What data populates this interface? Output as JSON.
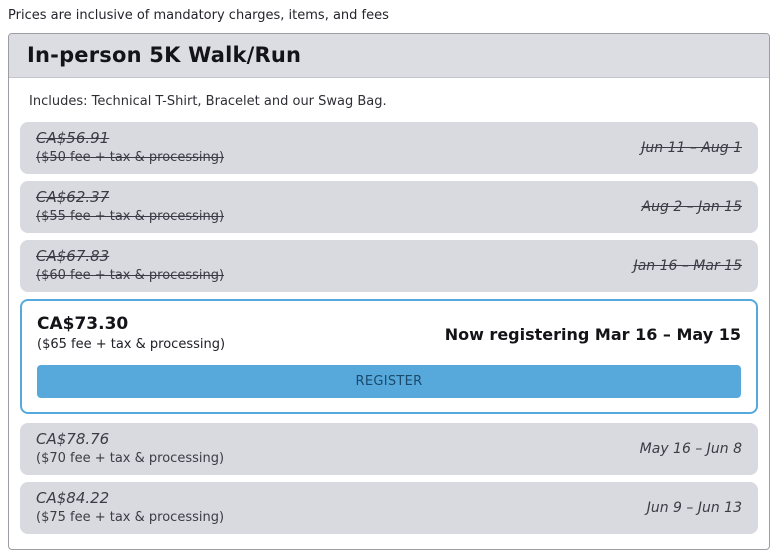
{
  "page": {
    "note": "Prices are inclusive of mandatory charges, items, and fees"
  },
  "card": {
    "title": "In-person 5K Walk/Run",
    "includes": "Includes: Technical T-Shirt, Bracelet and our Swag Bag.",
    "register_label": "REGISTER"
  },
  "tiers": [
    {
      "price": "CA$56.91",
      "detail": "($50 fee + tax & processing)",
      "dates": "Jun 11 – Aug 1",
      "state": "past"
    },
    {
      "price": "CA$62.37",
      "detail": "($55 fee + tax & processing)",
      "dates": "Aug 2 – Jan 15",
      "state": "past"
    },
    {
      "price": "CA$67.83",
      "detail": "($60 fee + tax & processing)",
      "dates": "Jan 16 – Mar 15",
      "state": "past"
    },
    {
      "price": "CA$73.30",
      "detail": "($65 fee + tax & processing)",
      "status": "Now registering Mar 16 – May 15",
      "state": "active"
    },
    {
      "price": "CA$78.76",
      "detail": "($70 fee + tax & processing)",
      "dates": "May 16 – Jun 8",
      "state": "future"
    },
    {
      "price": "CA$84.22",
      "detail": "($75 fee + tax & processing)",
      "dates": "Jun 9 – Jun 13",
      "state": "future"
    }
  ],
  "colors": {
    "accent_blue": "#57a9dc",
    "active_border": "#56a9dc",
    "row_background": "#d9d9e0",
    "header_background": "#dcdce3",
    "card_border": "#9c9ca2",
    "button_text": "#1b4a6b",
    "muted_text": "#3c3c46"
  }
}
